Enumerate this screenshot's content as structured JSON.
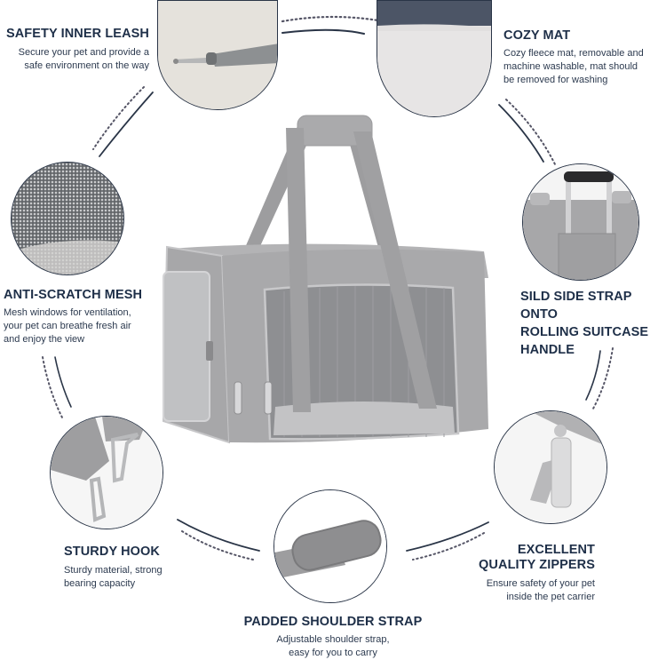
{
  "features": {
    "safety_leash": {
      "title": "SAFETY INNER LEASH",
      "desc_line1": "Secure your pet and provide a",
      "desc_line2": "safe environment on the way"
    },
    "cozy_mat": {
      "title": "COZY MAT",
      "desc_line1": "Cozy fleece mat, removable and",
      "desc_line2": "machine washable, mat should",
      "desc_line3": "be removed for washing"
    },
    "anti_scratch": {
      "title": "ANTI-SCRATCH MESH",
      "desc_line1": "Mesh windows for ventilation,",
      "desc_line2": "your pet can breathe fresh air",
      "desc_line3": "and enjoy the view"
    },
    "side_strap": {
      "title_line1": "SILD SIDE STRAP ONTO",
      "title_line2": "ROLLING SUITCASE",
      "title_line3": "HANDLE"
    },
    "sturdy_hook": {
      "title": "STURDY HOOK",
      "desc_line1": "Sturdy material, strong",
      "desc_line2": "bearing capacity"
    },
    "zippers": {
      "title_line1": "EXCELLENT",
      "title_line2": "QUALITY ZIPPERS",
      "desc_line1": "Ensure safety of your pet",
      "desc_line2": "inside the pet carrier"
    },
    "shoulder_strap": {
      "title": "PADDED SHOULDER STRAP",
      "desc_line1": "Adjustable shoulder strap,",
      "desc_line2": "easy for you to carry"
    }
  },
  "colors": {
    "title": "#1e2f48",
    "text": "#2c3a4f",
    "circle_border": "#2a3547",
    "bag_gray": "#a9a9ab",
    "strap_gray": "#9c9c9e"
  }
}
